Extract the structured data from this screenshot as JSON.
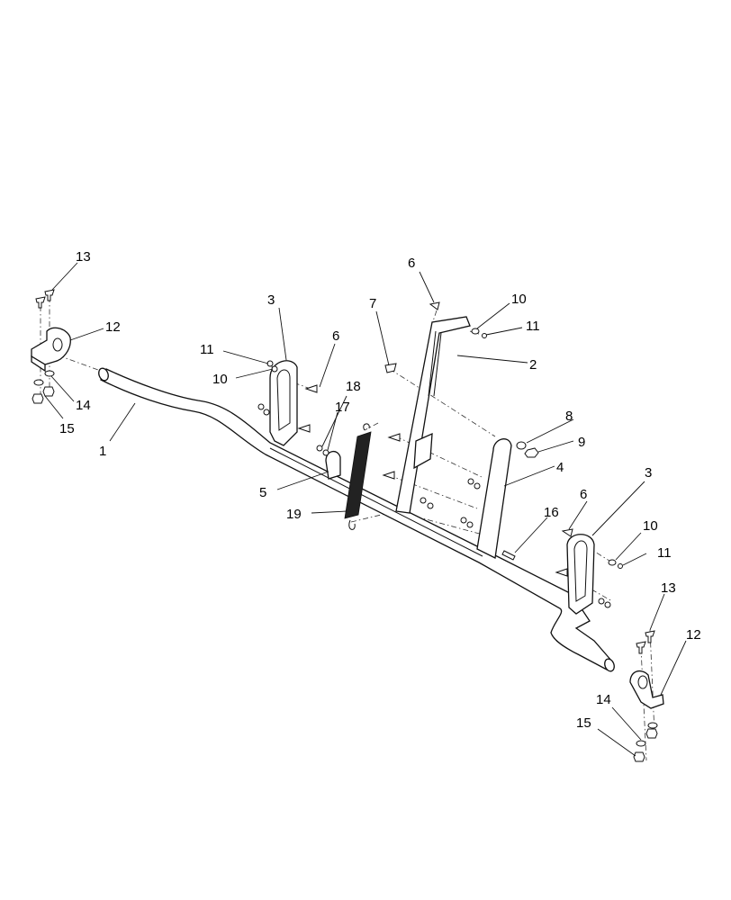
{
  "callouts": [
    {
      "id": "c13a",
      "text": "13"
    },
    {
      "id": "c12a",
      "text": "12"
    },
    {
      "id": "c14a",
      "text": "14"
    },
    {
      "id": "c15a",
      "text": "15"
    },
    {
      "id": "c1",
      "text": "1"
    },
    {
      "id": "c3a",
      "text": "3"
    },
    {
      "id": "c11a",
      "text": "11"
    },
    {
      "id": "c10a",
      "text": "10"
    },
    {
      "id": "c6a",
      "text": "6"
    },
    {
      "id": "c18",
      "text": "18"
    },
    {
      "id": "c17",
      "text": "17"
    },
    {
      "id": "c5",
      "text": "5"
    },
    {
      "id": "c19",
      "text": "19"
    },
    {
      "id": "c7",
      "text": "7"
    },
    {
      "id": "c6b",
      "text": "6"
    },
    {
      "id": "c10b",
      "text": "10"
    },
    {
      "id": "c11b",
      "text": "11"
    },
    {
      "id": "c2",
      "text": "2"
    },
    {
      "id": "c8",
      "text": "8"
    },
    {
      "id": "c9",
      "text": "9"
    },
    {
      "id": "c4",
      "text": "4"
    },
    {
      "id": "c3b",
      "text": "3"
    },
    {
      "id": "c6c",
      "text": "6"
    },
    {
      "id": "c16",
      "text": "16"
    },
    {
      "id": "c10c",
      "text": "10"
    },
    {
      "id": "c11c",
      "text": "11"
    },
    {
      "id": "c13b",
      "text": "13"
    },
    {
      "id": "c12b",
      "text": "12"
    },
    {
      "id": "c14b",
      "text": "14"
    },
    {
      "id": "c15b",
      "text": "15"
    }
  ]
}
